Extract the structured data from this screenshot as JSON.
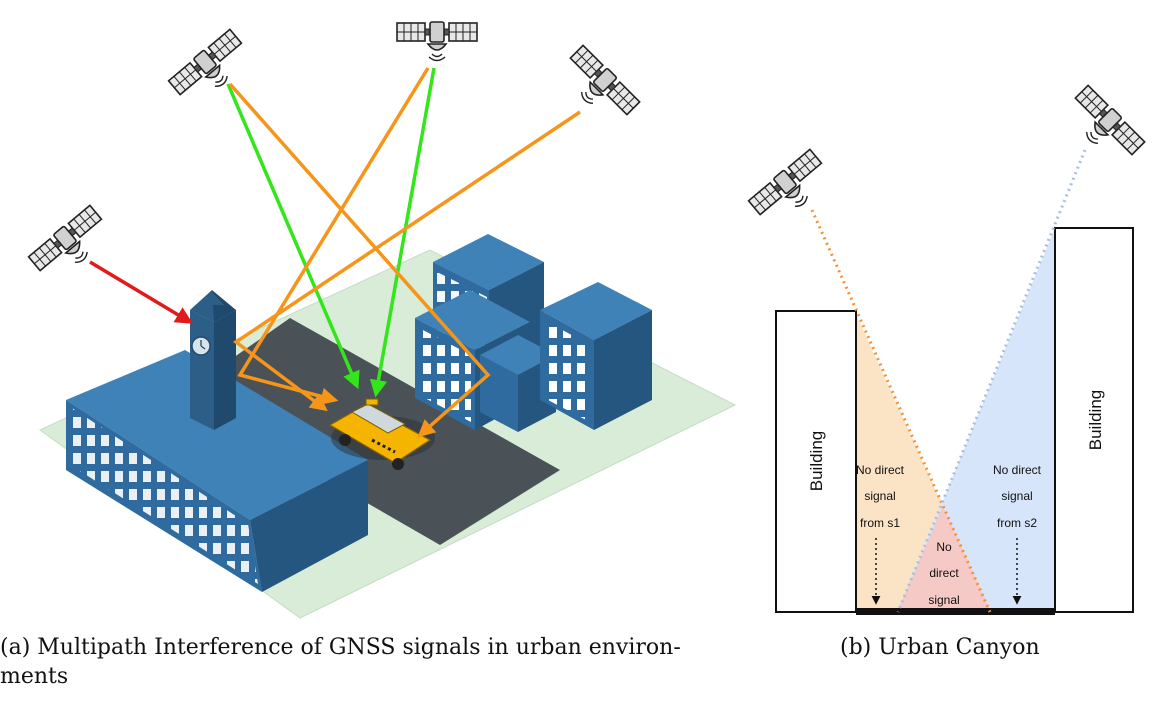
{
  "figure_a": {
    "caption": "(a) Multipath Interference of GNSS signals in urban environments",
    "caption_line1": "(a) Multipath Interference of GNSS signals in urban environ-",
    "caption_line2": "ments"
  },
  "figure_b": {
    "caption": "(b) Urban Canyon",
    "left_building_label": "Building",
    "right_building_label": "Building",
    "zone_s1": [
      "No direct",
      "signal",
      "from s1"
    ],
    "zone_s2": [
      "No direct",
      "signal",
      "from s2"
    ],
    "zone_both": [
      "No",
      "direct",
      "signal"
    ]
  },
  "colors": {
    "direct_signal": "#33e61a",
    "reflected_signal": "#f5951a",
    "blocked_signal": "#e11b1b",
    "building_blue": "#2f6b9e",
    "road": "#4a5258",
    "ground": "#d8ecd8",
    "taxi": "#f4b400",
    "zone_s1_fill": "#fbe3c6",
    "zone_s2_fill": "#d6e5fa",
    "zone_both_fill": "#f5c9c6",
    "ray_s1": "#f2923a",
    "ray_s2": "#a9bfdc"
  },
  "icons": [
    "satellite-icon",
    "taxi-icon",
    "clock-tower-icon",
    "office-building-icon"
  ]
}
